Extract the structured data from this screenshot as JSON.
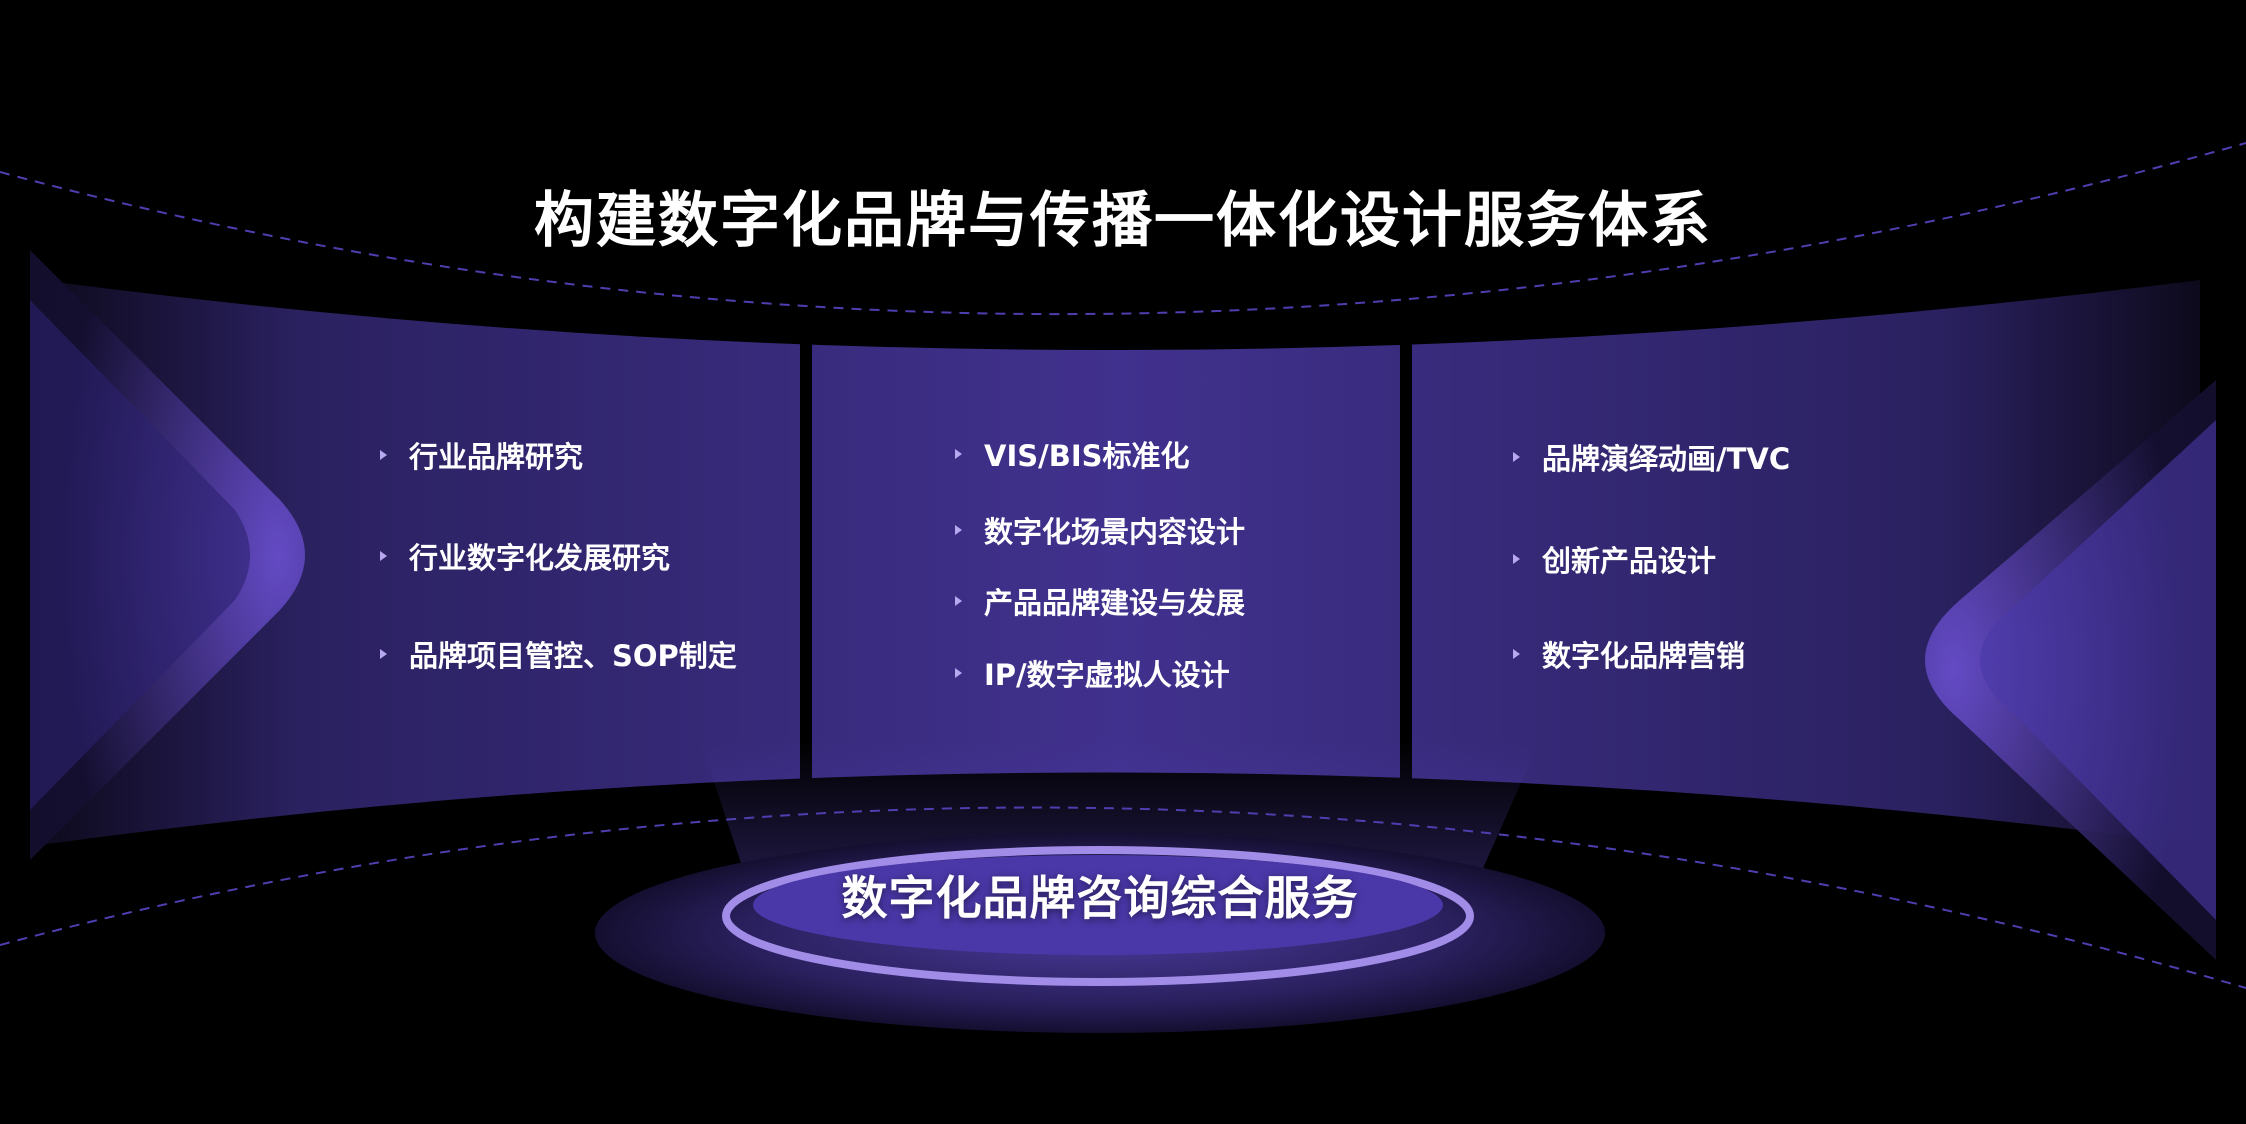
{
  "title": "构建数字化品牌与传播一体化设计服务体系",
  "columns": [
    {
      "items": [
        "行业品牌研究",
        "行业数字化发展研究",
        "品牌项目管控、SOP制定"
      ]
    },
    {
      "items": [
        "VIS/BIS标准化",
        "数字化场景内容设计",
        "产品品牌建设与发展",
        "IP/数字虚拟人设计"
      ]
    },
    {
      "items": [
        "品牌演绎动画/TVC",
        "创新产品设计",
        "数字化品牌营销"
      ]
    }
  ],
  "hub_label": "数字化品牌咨询综合服务",
  "colors": {
    "panel": "#3d2e86",
    "accent": "#6a4fd0",
    "dash": "#4d3fb0"
  }
}
